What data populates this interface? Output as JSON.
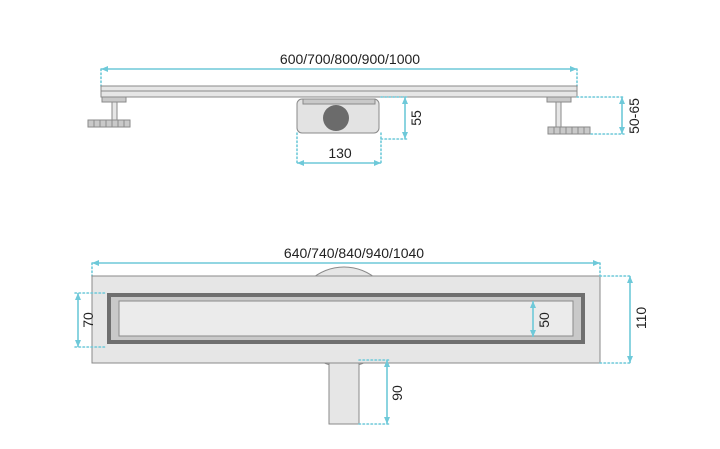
{
  "colors": {
    "dimension": "#6ec9d9",
    "outline": "#8a8a8a",
    "body_fill": "#e6e6e6",
    "channel_fill": "#c9c9c9",
    "frame": "#6f6f6f",
    "grate_fill": "#ebebeb",
    "outlet_fill": "#e3e3e3",
    "outlet_hole": "#6b6b6b",
    "text": "#222222"
  },
  "side_view": {
    "length_label": "600/700/800/900/1000",
    "outlet_width_label": "130",
    "outlet_depth_label": "55",
    "total_height_label": "50-65"
  },
  "top_view": {
    "length_label": "640/740/840/940/1040",
    "width_label": "110",
    "channel_width_label": "70",
    "grate_width_label": "50",
    "outlet_pipe_label": "90"
  }
}
